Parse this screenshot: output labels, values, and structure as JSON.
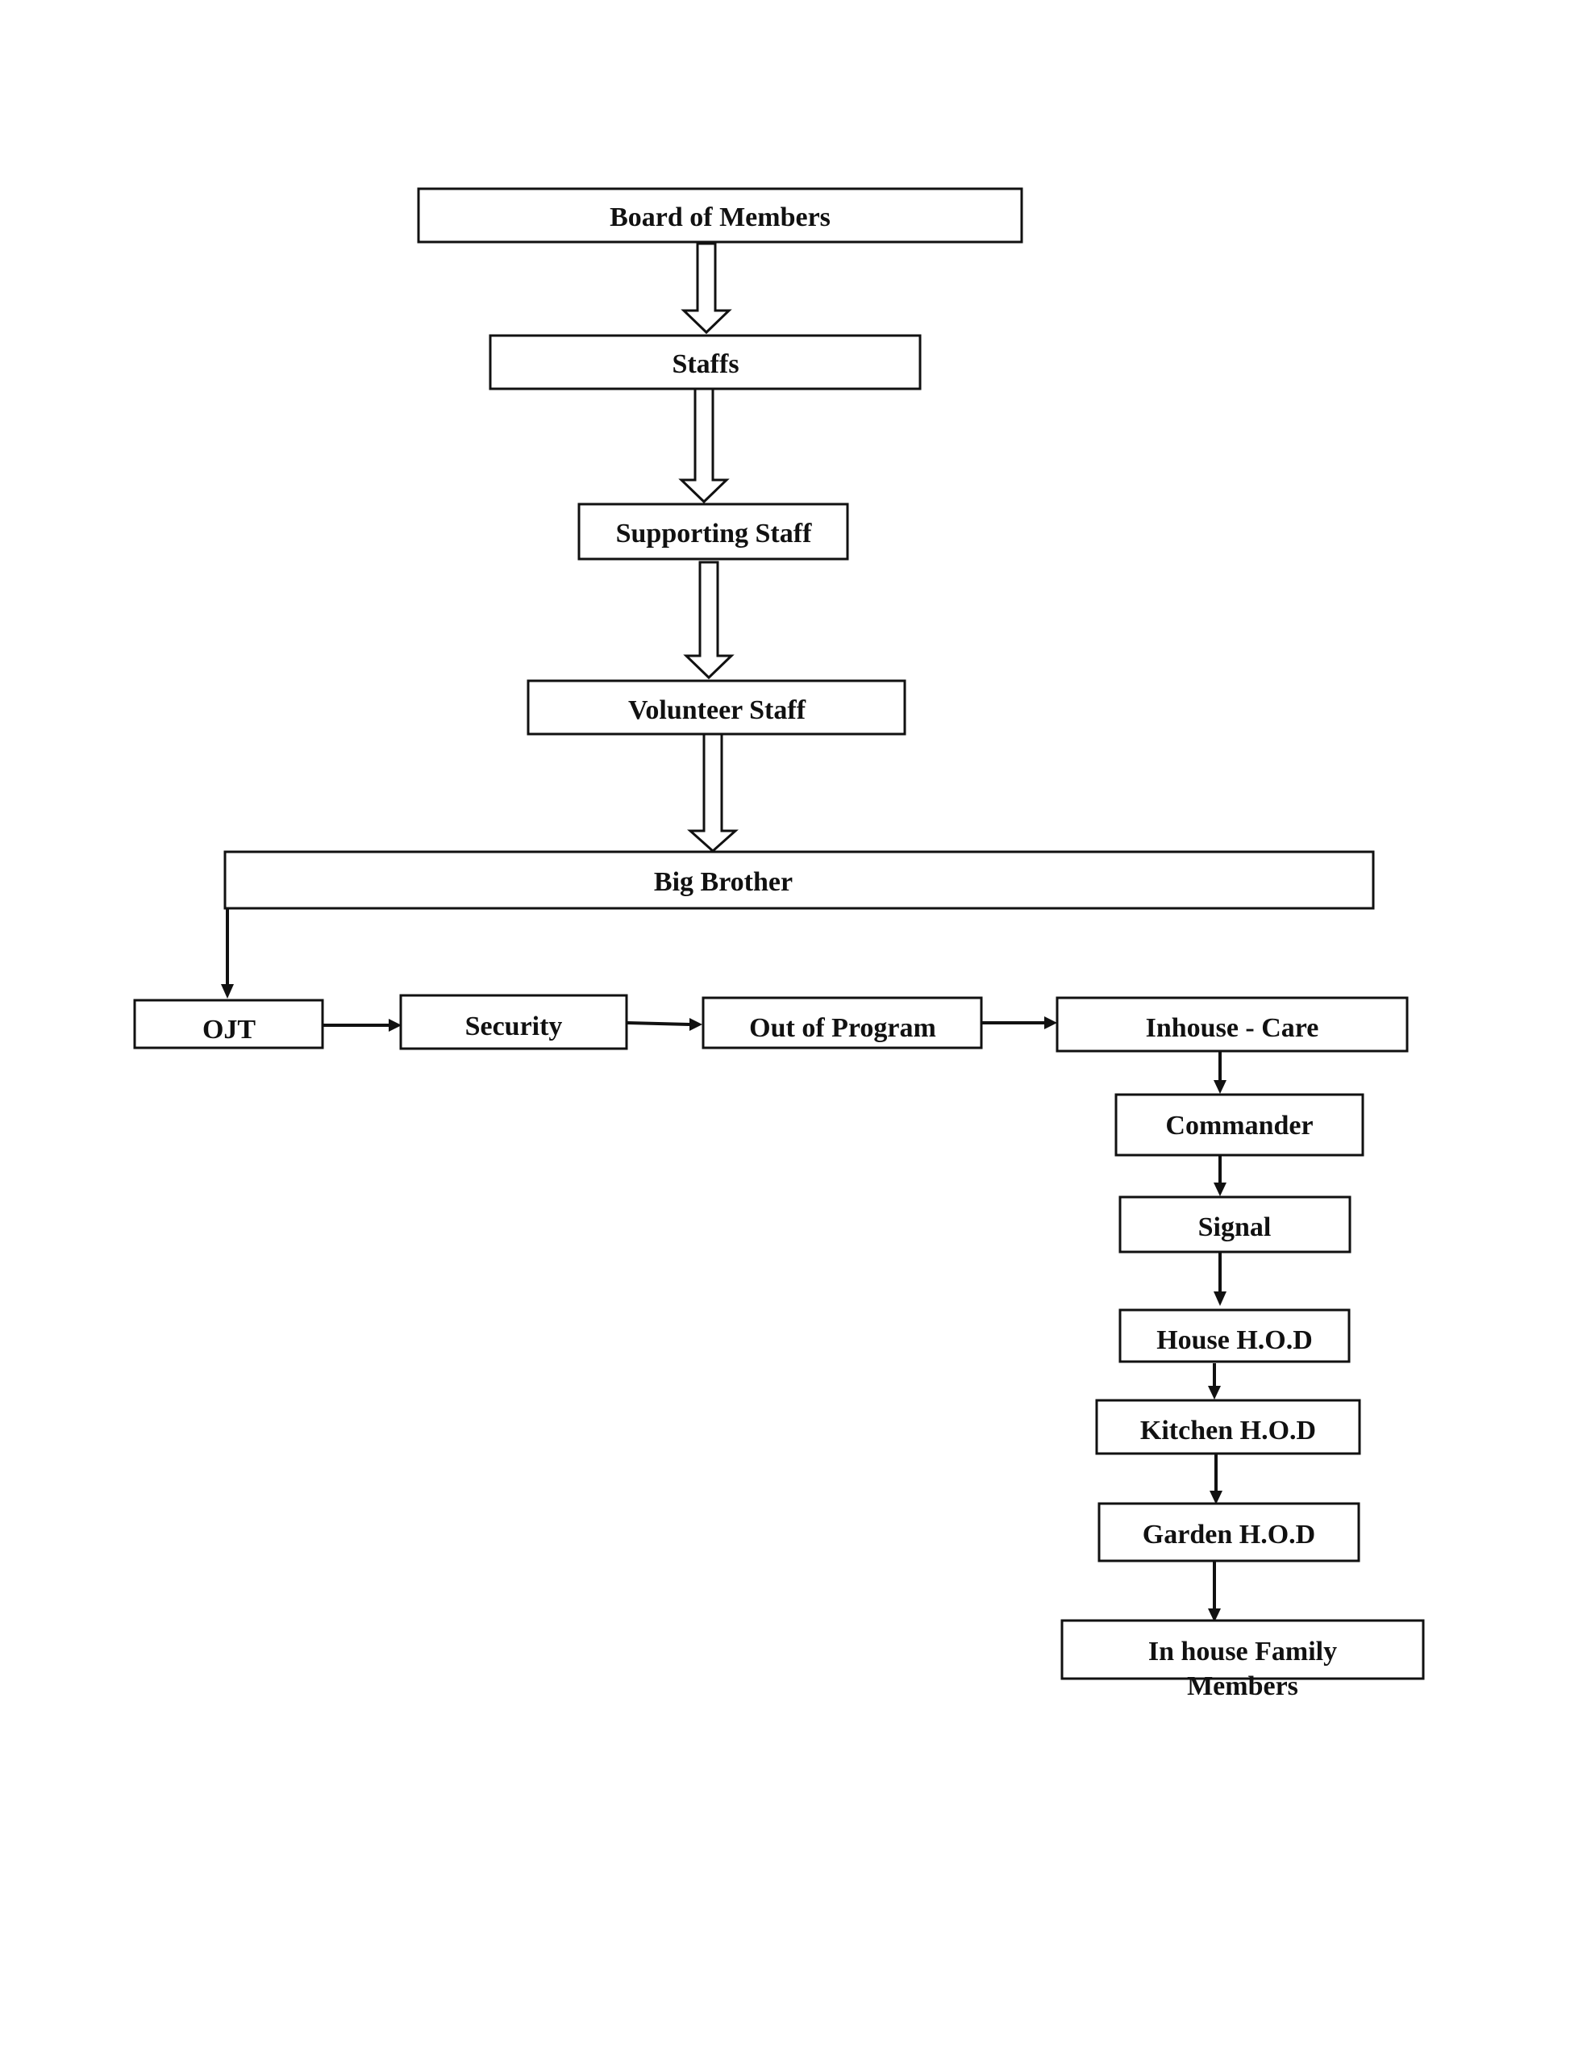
{
  "diagram": {
    "nodes": {
      "board": "Board of Members",
      "staffs": "Staffs",
      "supporting": "Supporting Staff",
      "volunteer": "Volunteer Staff",
      "big_brother": "Big Brother",
      "ojt": "OJT",
      "security": "Security",
      "out_of_program": "Out of Program",
      "inhouse_care": "Inhouse - Care",
      "commander": "Commander",
      "signal": "Signal",
      "house_hod": "House H.O.D",
      "kitchen_hod": "Kitchen H.O.D",
      "garden_hod": "Garden H.O.D",
      "family_line1": "In house Family",
      "family_line2": "Members"
    },
    "edges": [
      {
        "from": "Board of Members",
        "to": "Staffs"
      },
      {
        "from": "Staffs",
        "to": "Supporting Staff"
      },
      {
        "from": "Supporting Staff",
        "to": "Volunteer Staff"
      },
      {
        "from": "Volunteer Staff",
        "to": "Big Brother"
      },
      {
        "from": "Big Brother",
        "to": "OJT"
      },
      {
        "from": "OJT",
        "to": "Security"
      },
      {
        "from": "Security",
        "to": "Out of Program"
      },
      {
        "from": "Out of Program",
        "to": "Inhouse - Care"
      },
      {
        "from": "Inhouse - Care",
        "to": "Commander"
      },
      {
        "from": "Commander",
        "to": "Signal"
      },
      {
        "from": "Signal",
        "to": "House H.O.D"
      },
      {
        "from": "House H.O.D",
        "to": "Kitchen H.O.D"
      },
      {
        "from": "Kitchen H.O.D",
        "to": "Garden H.O.D"
      },
      {
        "from": "Garden H.O.D",
        "to": "In house Family Members"
      }
    ]
  }
}
